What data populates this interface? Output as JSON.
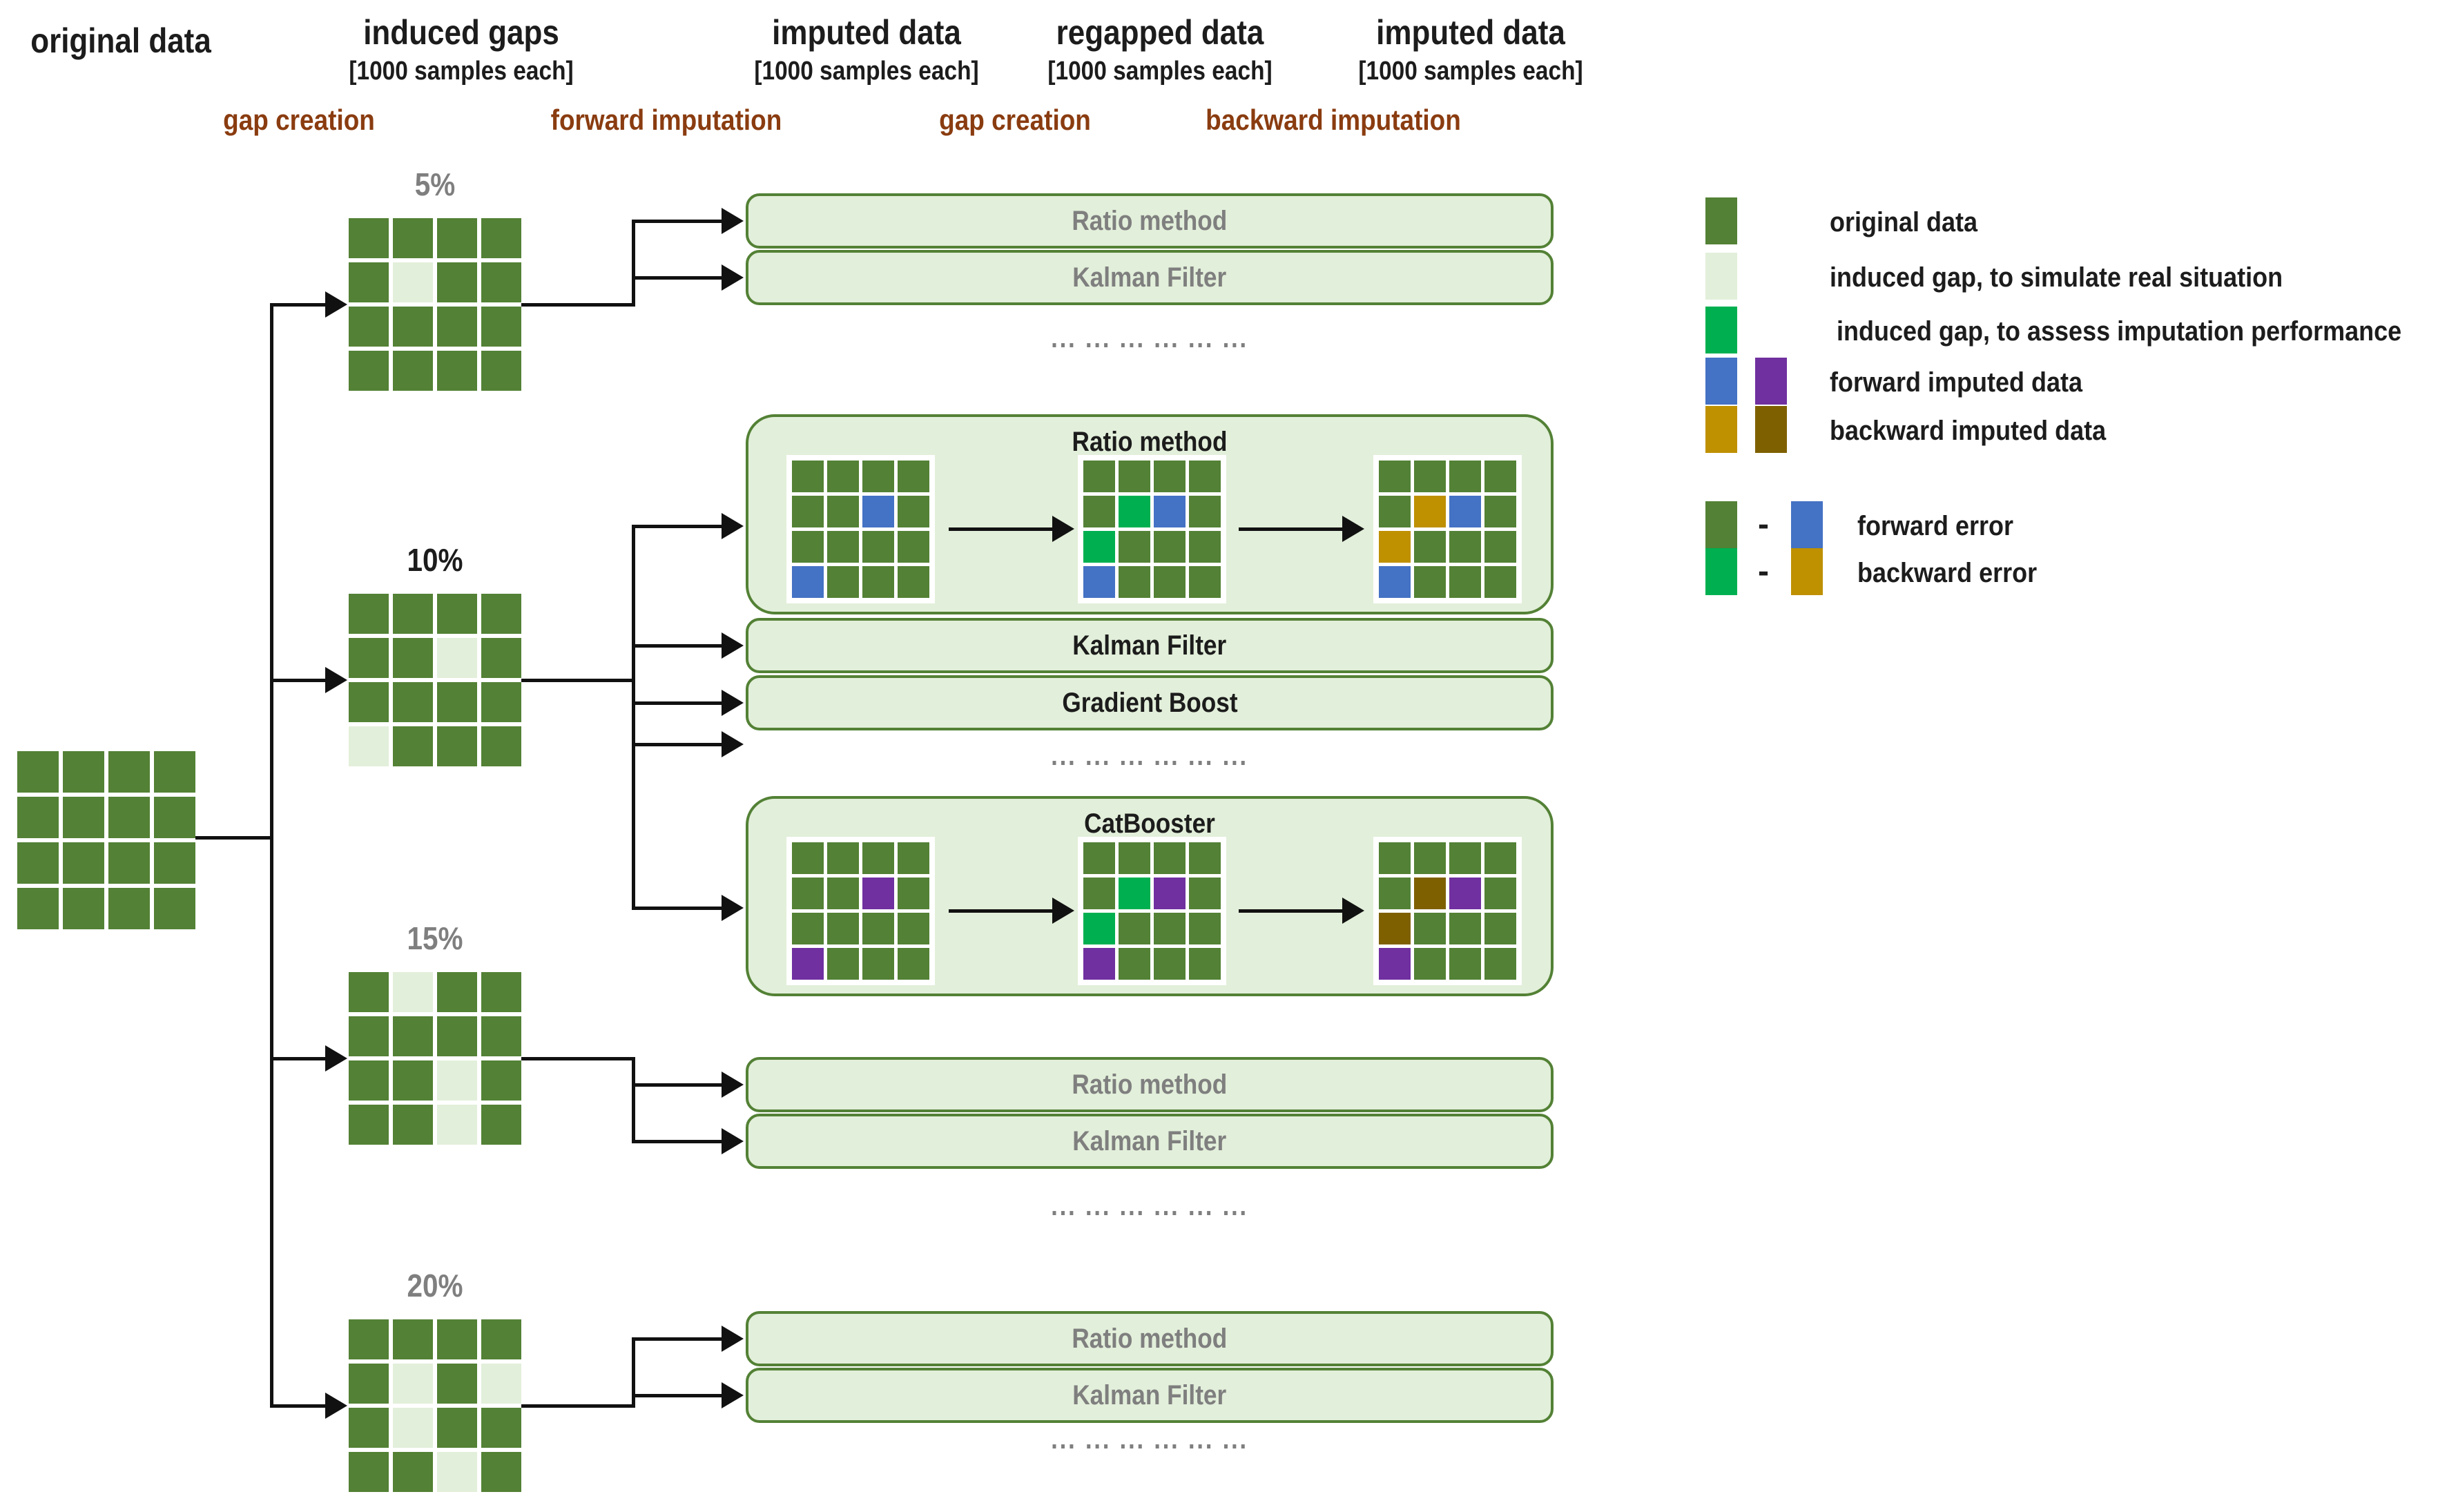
{
  "cell_colors": {
    "G": "#538135",
    "L": "#e2efda",
    "E": "#00b050",
    "B": "#4472c4",
    "P": "#7030a0",
    "Y": "#bf9000",
    "O": "#7f6000"
  },
  "colors": {
    "original_green": "#538135",
    "induced_gap_light_green": "#e2efda",
    "assess_gap_emerald": "#00b050",
    "forward_blue": "#4472c4",
    "forward_purple": "#7030a0",
    "backward_gold": "#bf9000",
    "backward_olive": "#7f6000",
    "process_label_brown": "#8a3c10",
    "muted_gray": "#7f7f7f",
    "box_fill": "#e2efda",
    "box_border": "#538135"
  },
  "columns": [
    {
      "title": "original data",
      "subtitle": ""
    },
    {
      "title": "induced gaps",
      "subtitle": "[1000 samples each]"
    },
    {
      "title": "imputed data",
      "subtitle": "[1000 samples each]"
    },
    {
      "title": "regapped data",
      "subtitle": "[1000 samples each]"
    },
    {
      "title": "imputed data",
      "subtitle": "[1000 samples each]"
    }
  ],
  "process_labels": [
    "gap creation",
    "forward imputation",
    "gap creation",
    "backward imputation"
  ],
  "branches": {
    "p5": {
      "percent": "5%",
      "methods": [
        "Ratio method",
        "Kalman Filter"
      ]
    },
    "p10": {
      "percent": "10%",
      "featured_method_1": "Ratio method",
      "methods": [
        "Kalman Filter",
        "Gradient Boost"
      ],
      "featured_method_2": "CatBooster"
    },
    "p15": {
      "percent": "15%",
      "methods": [
        "Ratio method",
        "Kalman Filter"
      ]
    },
    "p20": {
      "percent": "20%",
      "methods": [
        "Ratio method",
        "Kalman Filter"
      ]
    }
  },
  "ellipsis": "... ... ... ... ... ...",
  "grids": {
    "original": [
      "G",
      "G",
      "G",
      "G",
      "G",
      "G",
      "G",
      "G",
      "G",
      "G",
      "G",
      "G",
      "G",
      "G",
      "G",
      "G"
    ],
    "branch5": [
      "G",
      "G",
      "G",
      "G",
      "G",
      "L",
      "G",
      "G",
      "G",
      "G",
      "G",
      "G",
      "G",
      "G",
      "G",
      "G"
    ],
    "branch10": [
      "G",
      "G",
      "G",
      "G",
      "G",
      "G",
      "L",
      "G",
      "G",
      "G",
      "G",
      "G",
      "L",
      "G",
      "G",
      "G"
    ],
    "branch15": [
      "G",
      "L",
      "G",
      "G",
      "G",
      "G",
      "G",
      "G",
      "G",
      "G",
      "L",
      "G",
      "G",
      "G",
      "L",
      "G"
    ],
    "branch20": [
      "G",
      "G",
      "G",
      "G",
      "G",
      "L",
      "G",
      "L",
      "G",
      "L",
      "G",
      "G",
      "G",
      "G",
      "L",
      "G"
    ],
    "ratio_imputed": [
      "G",
      "G",
      "G",
      "G",
      "G",
      "G",
      "B",
      "G",
      "G",
      "G",
      "G",
      "G",
      "B",
      "G",
      "G",
      "G"
    ],
    "ratio_regapped": [
      "G",
      "G",
      "G",
      "G",
      "G",
      "E",
      "B",
      "G",
      "E",
      "G",
      "G",
      "G",
      "B",
      "G",
      "G",
      "G"
    ],
    "ratio_backward": [
      "G",
      "G",
      "G",
      "G",
      "G",
      "Y",
      "B",
      "G",
      "Y",
      "G",
      "G",
      "G",
      "B",
      "G",
      "G",
      "G"
    ],
    "cat_imputed": [
      "G",
      "G",
      "G",
      "G",
      "G",
      "G",
      "P",
      "G",
      "G",
      "G",
      "G",
      "G",
      "P",
      "G",
      "G",
      "G"
    ],
    "cat_regapped": [
      "G",
      "G",
      "G",
      "G",
      "G",
      "E",
      "P",
      "G",
      "E",
      "G",
      "G",
      "G",
      "P",
      "G",
      "G",
      "G"
    ],
    "cat_backward": [
      "G",
      "G",
      "G",
      "G",
      "G",
      "O",
      "P",
      "G",
      "O",
      "G",
      "G",
      "G",
      "P",
      "G",
      "G",
      "G"
    ]
  },
  "legend": {
    "items": [
      {
        "swatches": [
          "G"
        ],
        "label": "original data"
      },
      {
        "swatches": [
          "L"
        ],
        "label": "induced gap, to simulate real situation"
      },
      {
        "swatches": [
          "E"
        ],
        "label": "induced gap, to assess imputation performance"
      },
      {
        "swatches": [
          "B",
          "P"
        ],
        "label": "forward imputed data"
      },
      {
        "swatches": [
          "Y",
          "O"
        ],
        "label": "backward imputed data"
      }
    ],
    "error_items": [
      {
        "left": "G",
        "dash": "-",
        "right": "B",
        "label": "forward error"
      },
      {
        "left": "E",
        "dash": "-",
        "right": "Y",
        "label": "backward error"
      }
    ]
  }
}
